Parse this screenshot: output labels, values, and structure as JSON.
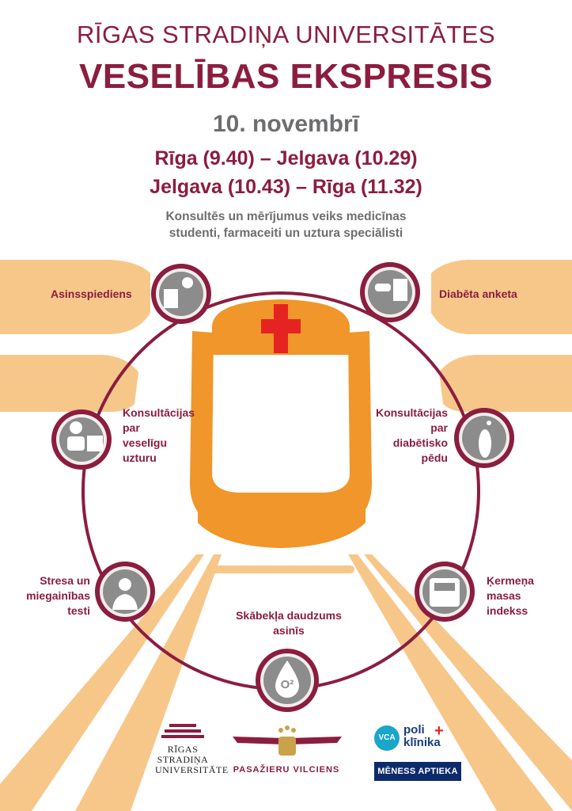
{
  "header": {
    "university": "RĪGAS STRADIŅA UNIVERSITĀTES",
    "title": "VESELĪBAS EKSPRESIS",
    "date": "10. novembrī",
    "route1": "Rīga (9.40) – Jelgava (10.29)",
    "route2": "Jelgava (10.43) – Rīga (11.32)",
    "subtitle_line1": "Konsultēs un mērījumus veiks medicīnas",
    "subtitle_line2": "studenti, farmaceiti un uztura speciālisti"
  },
  "services": {
    "blood_pressure": "Asinsspiediens",
    "diabetes_form": "Diabēta anketa",
    "nutrition_line1": "Konsultācijas",
    "nutrition_line2": "par",
    "nutrition_line3": "veselīgu",
    "nutrition_line4": "uzturu",
    "foot_line1": "Konsultācijas",
    "foot_line2": "par",
    "foot_line3": "diabētisko",
    "foot_line4": "pēdu",
    "stress_line1": "Stresa un",
    "stress_line2": "miegainības",
    "stress_line3": "testi",
    "bmi_line1": "Ķermeņa",
    "bmi_line2": "masas",
    "bmi_line3": "indekss",
    "oxygen_line1": "Skābekļa daudzums",
    "oxygen_line2": "asinīs",
    "oxygen_symbol": "O²"
  },
  "logos": {
    "rsu_line1": "RĪGAS",
    "rsu_line2": "STRADIŅA",
    "rsu_line3": "UNIVERSITĀTE",
    "pv": "PASAŽIERU VILCIENS",
    "poliklinika_prefix": "VCA",
    "poliklinika_line1": "poli",
    "poliklinika_line2": "klīnika",
    "aptieka": "MĒNESS APTIEKA"
  },
  "colors": {
    "maroon": "#8b1d3f",
    "orange": "#f0962a",
    "light_orange": "#f7c78a",
    "grey": "#6d6e70",
    "red_cross": "#e52421"
  },
  "icons": [
    "blood-pressure-icon",
    "document-icon",
    "doctor-calendar-icon",
    "foot-icon",
    "stress-icon",
    "scale-icon",
    "drop-icon"
  ]
}
